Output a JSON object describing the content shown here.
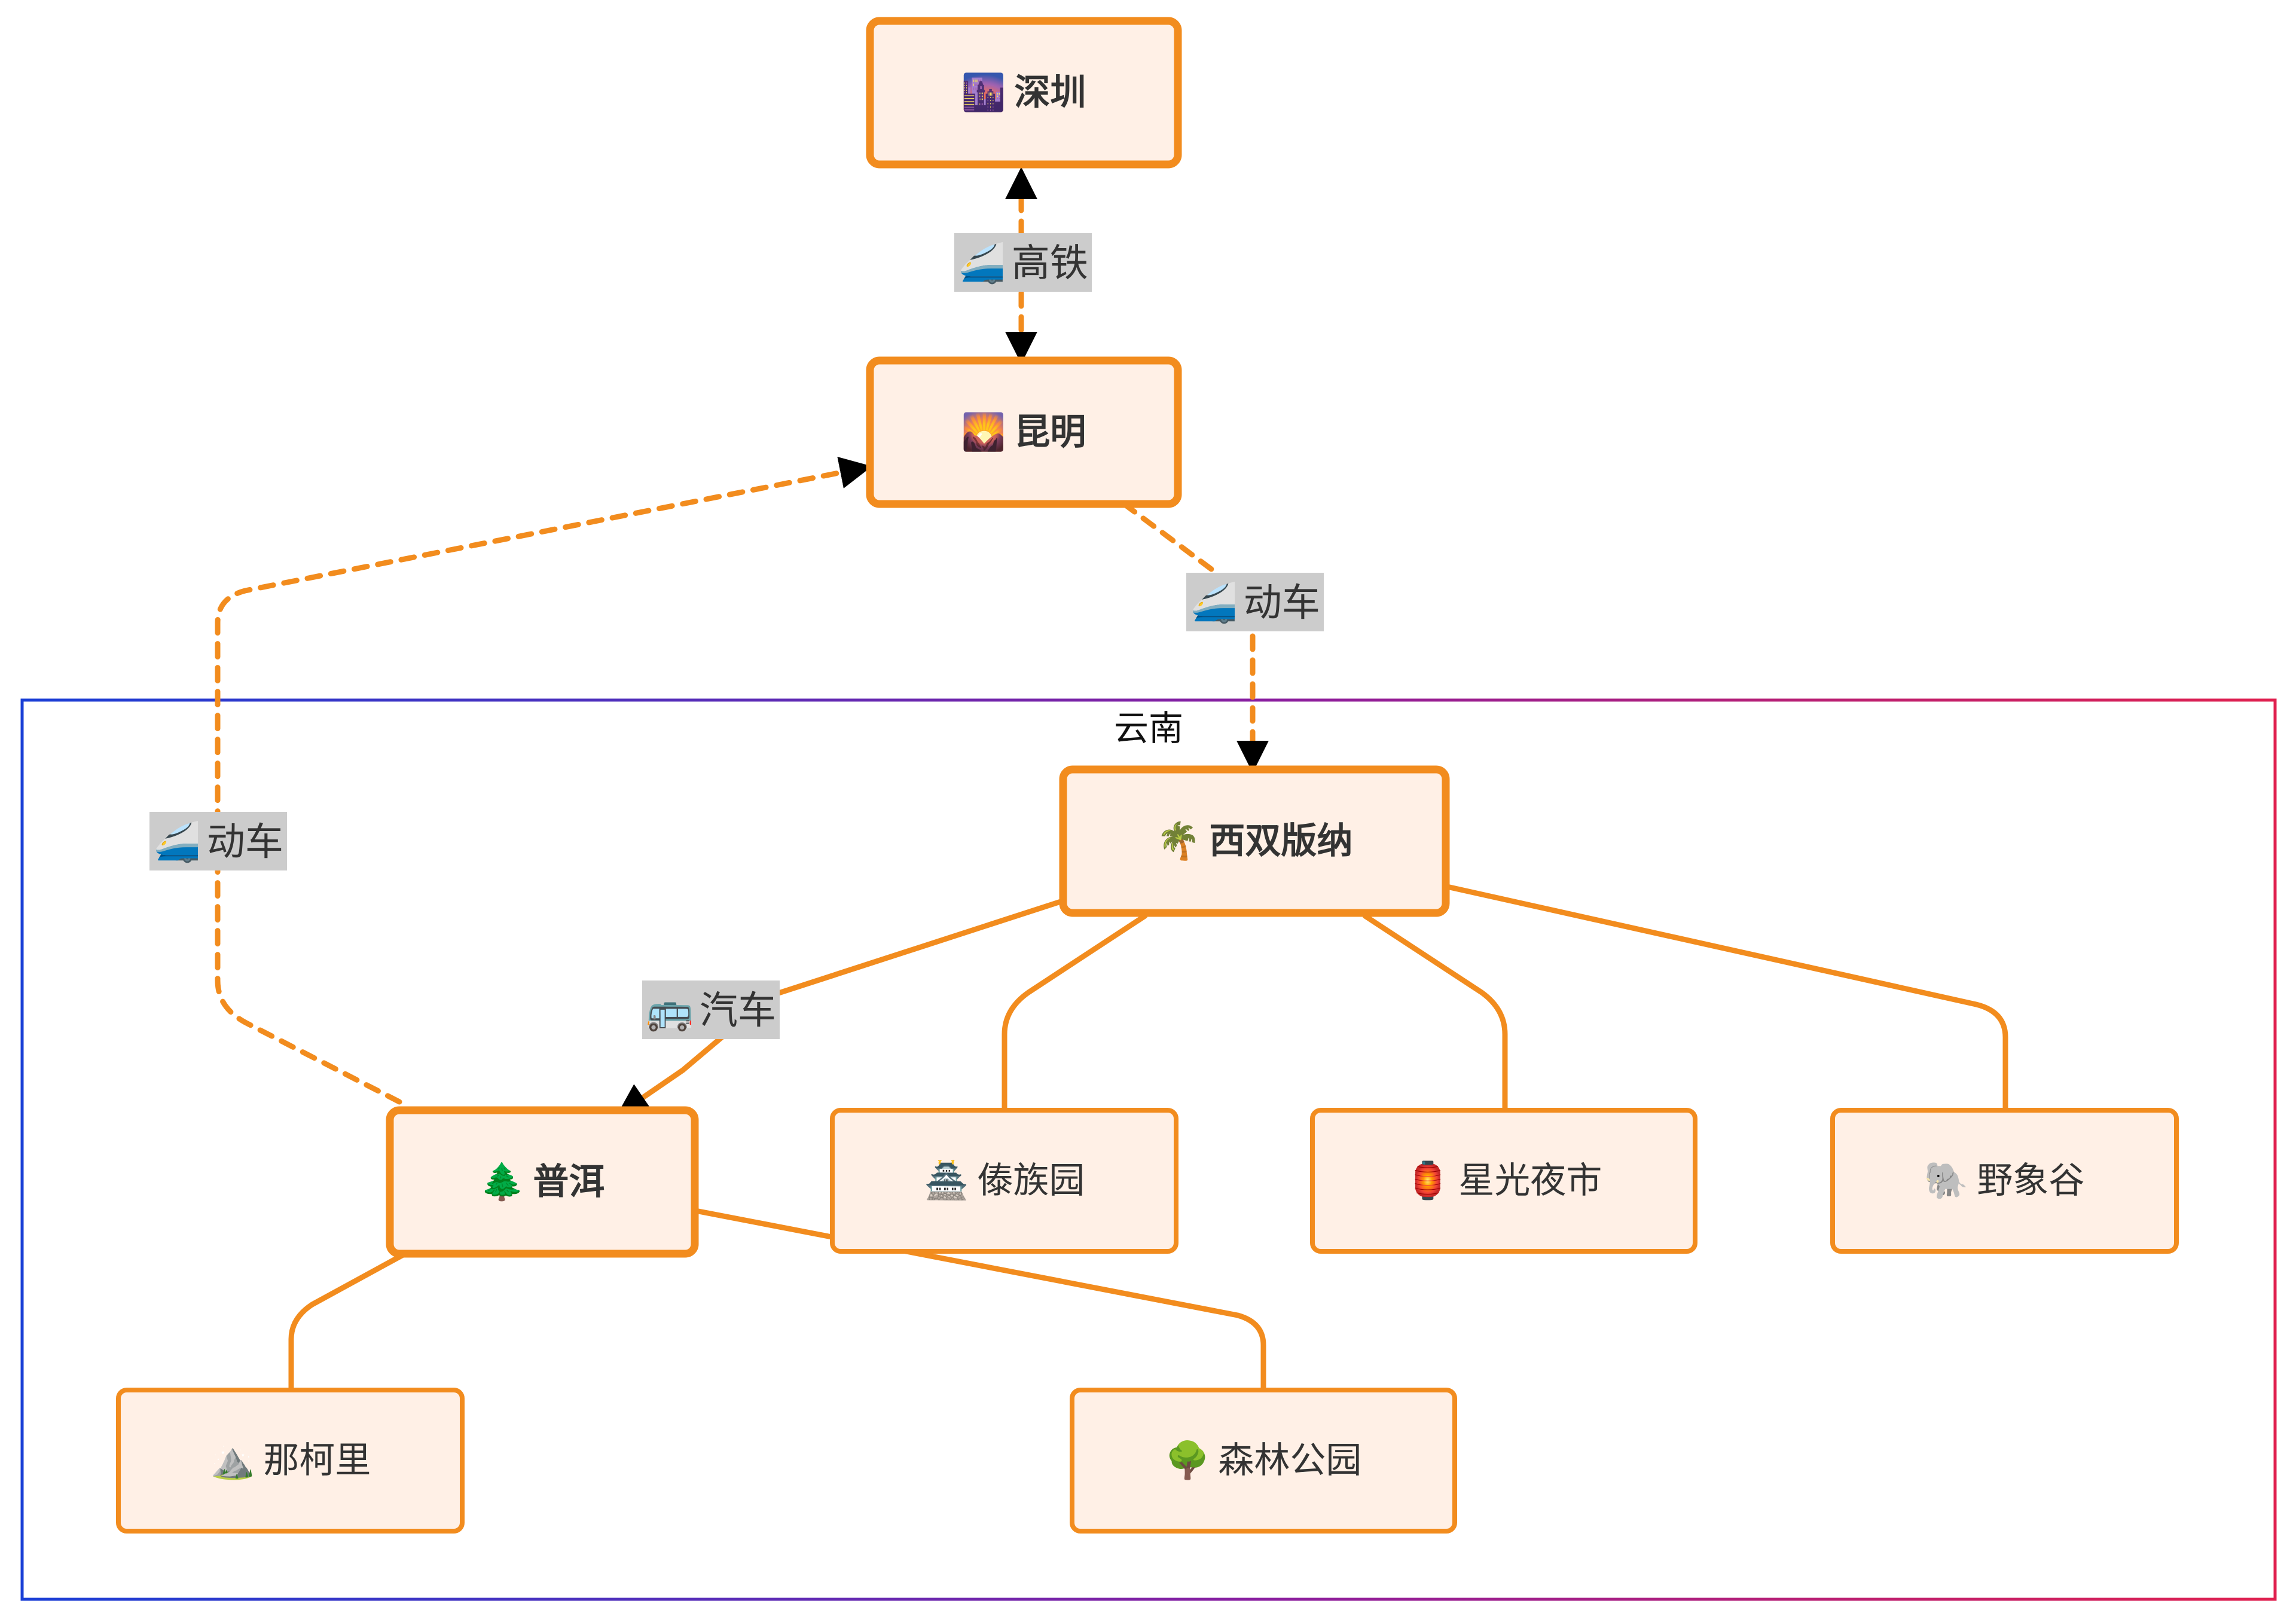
{
  "diagram": {
    "group": {
      "label": "云南"
    },
    "nodes": {
      "shenzhen": {
        "icon": "🌆",
        "text": "深圳"
      },
      "kunming": {
        "icon": "🌄",
        "text": "昆明"
      },
      "xishuangbanna": {
        "icon": "🌴",
        "text": "西双版纳"
      },
      "puer": {
        "icon": "🌲",
        "text": "普洱"
      },
      "daizuyuan": {
        "icon": "🏯",
        "text": "傣族园"
      },
      "night_market": {
        "icon": "🏮",
        "text": "星光夜市"
      },
      "wild_elephant": {
        "icon": "🐘",
        "text": "野象谷"
      },
      "nakeli": {
        "icon": "⛰️",
        "text": "那柯里"
      },
      "forest_park": {
        "icon": "🌳",
        "text": "森林公园"
      }
    },
    "edges": {
      "shenzhen_kunming": {
        "icon": "🚄",
        "text": "高铁"
      },
      "kunming_xsbn": {
        "icon": "🚄",
        "text": "动车"
      },
      "puer_kunming": {
        "icon": "🚄",
        "text": "动车"
      },
      "xsbn_puer": {
        "icon": "🚌",
        "text": "汽车"
      }
    },
    "colors": {
      "node_fill": "#fff0e6",
      "node_stroke": "#f28c1e",
      "edge": "#f28c1e",
      "edge_label_bg": "#cccccc",
      "arrowhead": "#000000",
      "group_border_start": "#1a3fd6",
      "group_border_end": "#e0214f"
    }
  }
}
